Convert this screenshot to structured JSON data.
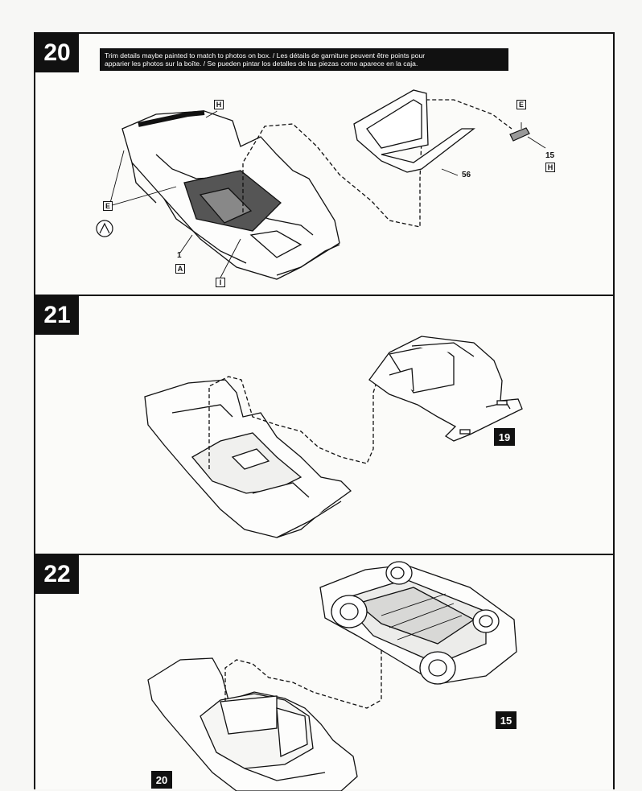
{
  "steps": [
    {
      "number": "20",
      "note_en": "Trim details maybe painted to match to photos on box. / Les détails de garniture peuvent être points pour",
      "note_fr_es": "apparier les photos sur la boîte. / Se pueden pintar los detalles de las piezas como aparece en la caja.",
      "labels": {
        "H_tag": "H",
        "E_tag_left": "E",
        "part_1": "1",
        "A_tag": "A",
        "I_tag": "I",
        "E_tag_right": "E",
        "part_15": "15",
        "H_tag_right": "H",
        "part_56": "56"
      }
    },
    {
      "number": "21",
      "ref_step": "19"
    },
    {
      "number": "22",
      "ref_step_chassis": "15",
      "ref_step_body": "20"
    }
  ],
  "colors": {
    "ink": "#111111",
    "paper": "#fbfbf9",
    "label_bg": "#111111",
    "label_text": "#ffffff"
  }
}
